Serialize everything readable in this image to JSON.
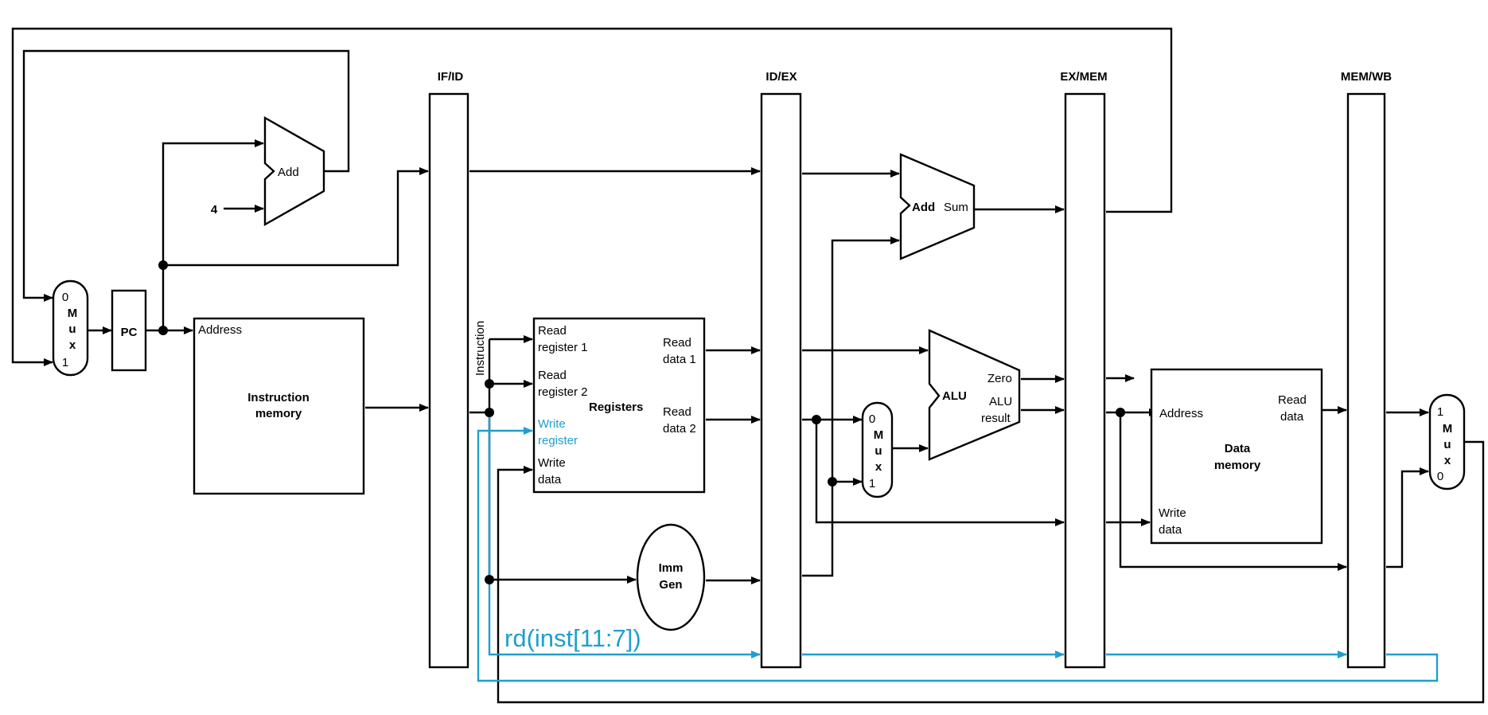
{
  "colors": {
    "wire": "#000000",
    "highlight": "#1e9fce"
  },
  "pipeline_registers": [
    "IF/ID",
    "ID/EX",
    "EX/MEM",
    "MEM/WB"
  ],
  "pc_mux": {
    "top_input": "0",
    "l1": "M",
    "l2": "u",
    "l3": "x",
    "bottom_input": "1"
  },
  "pc": {
    "label": "PC"
  },
  "pc_adder": {
    "label": "Add",
    "constant": "4"
  },
  "instruction_memory": {
    "port": "Address",
    "line1": "Instruction",
    "line2": "memory"
  },
  "instruction_bus": "Instruction",
  "registers": {
    "title": "Registers",
    "read_reg1": [
      "Read",
      "register 1"
    ],
    "read_reg2": [
      "Read",
      "register 2"
    ],
    "write_reg": [
      "Write",
      "register"
    ],
    "write_data": [
      "Write",
      "data"
    ],
    "read_data1": [
      "Read",
      "data 1"
    ],
    "read_data2": [
      "Read",
      "data 2"
    ]
  },
  "imm_gen": {
    "line1": "Imm",
    "line2": "Gen"
  },
  "branch_adder": {
    "label": "Add",
    "output": "Sum"
  },
  "alu_mux": {
    "top_input": "0",
    "l1": "M",
    "l2": "u",
    "l3": "x",
    "bottom_input": "1"
  },
  "alu": {
    "label": "ALU",
    "zero": "Zero",
    "result": [
      "ALU",
      "result"
    ]
  },
  "data_memory": {
    "address": "Address",
    "read_data": [
      "Read",
      "data"
    ],
    "write_data": [
      "Write",
      "data"
    ],
    "title": [
      "Data",
      "memory"
    ]
  },
  "wb_mux": {
    "top_input": "1",
    "l1": "M",
    "l2": "u",
    "l3": "x",
    "bottom_input": "0"
  },
  "rd_annotation": "rd(inst[11:7])"
}
